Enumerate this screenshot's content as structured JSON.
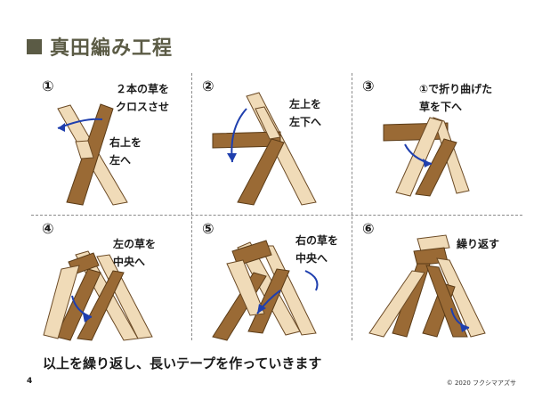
{
  "title": "真田編み工程",
  "steps": [
    {
      "num": "①",
      "caption_a": "２本の草を\nクロスさせ",
      "caption_b": "右上を\n左へ"
    },
    {
      "num": "②",
      "caption_a": "左上を\n左下へ"
    },
    {
      "num": "③",
      "caption_a": "①で折り曲げた\n草を下へ"
    },
    {
      "num": "④",
      "caption_a": "左の草を\n中央へ"
    },
    {
      "num": "⑤",
      "caption_a": "右の草を\n中央へ"
    },
    {
      "num": "⑥",
      "caption_a": "繰り返す"
    }
  ],
  "footer": "以上を繰り返し、長いテープを作っていきます",
  "page_number": "4",
  "copyright": "© 2020 フクシマアズサ",
  "colors": {
    "title": "#5b5b45",
    "straw_light": "#f0dbb8",
    "straw_dark": "#9a6a35",
    "arrow": "#1f3fae",
    "divider": "#8a8a8a"
  }
}
